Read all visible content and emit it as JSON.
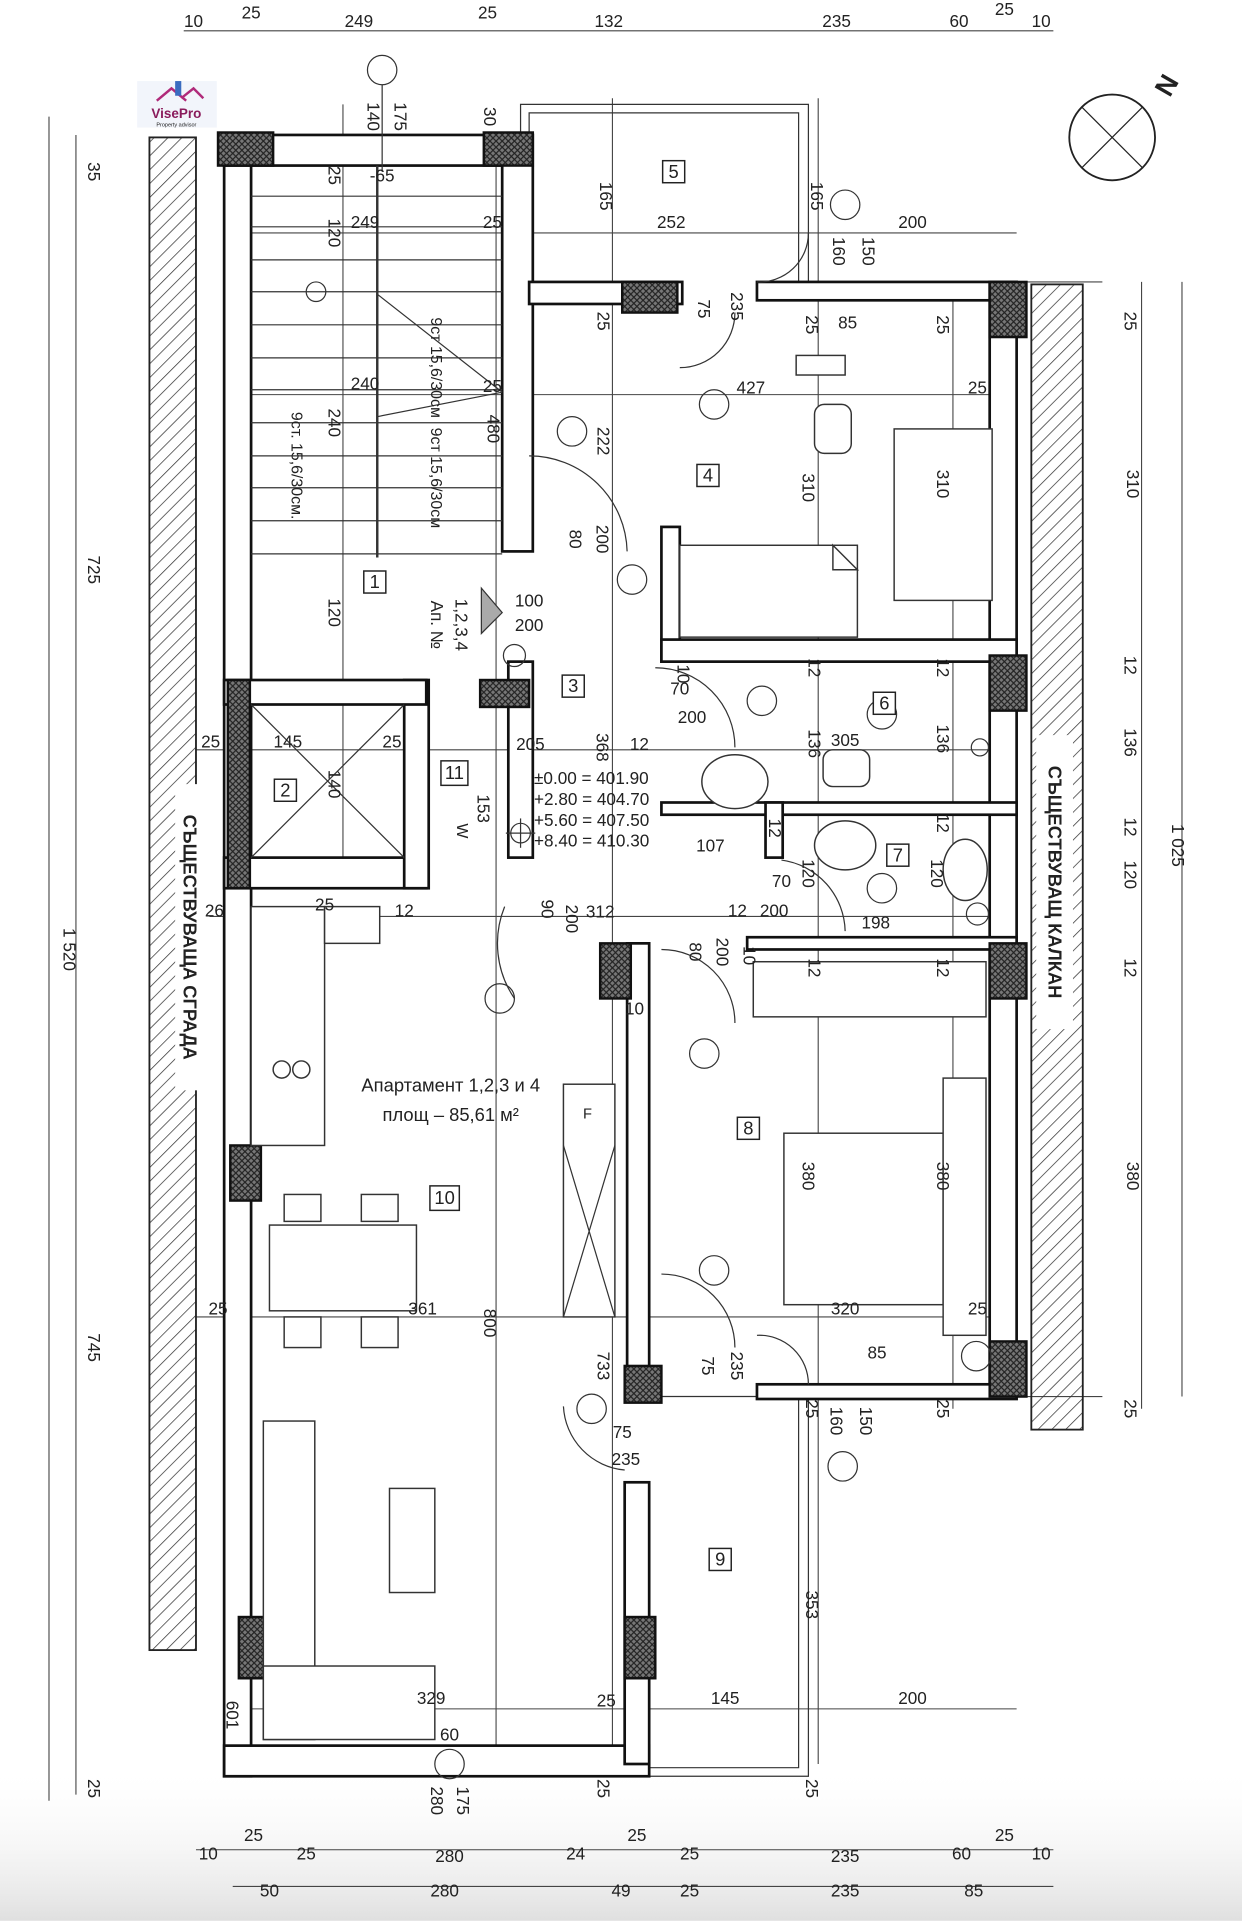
{
  "logo": {
    "name": "VisePro",
    "tagline": "Property advisor",
    "colors": {
      "primary": "#8a1c5c",
      "secondary": "#2a5caa"
    }
  },
  "compass": {
    "label": "N"
  },
  "title": {
    "apartment": "Апартамент 1,2,3 и 4",
    "area": "площ – 85,61 м²"
  },
  "apartment_tag": {
    "line1": "Ап. №",
    "line2": "1,2,3,4"
  },
  "neighbors": {
    "left": "СЪЩЕСТВУВАЩА СГРАДА",
    "right": "СЪЩЕСТВУВАЩ КАЛКАН"
  },
  "levels": [
    "±0.00 = 401.90",
    "+2.80 = 404.70",
    "+5.60 = 407.50",
    "+8.40 = 410.30"
  ],
  "rooms": [
    "1",
    "2",
    "3",
    "4",
    "5",
    "6",
    "7",
    "8",
    "9",
    "10",
    "11"
  ],
  "stairs": [
    "9ст. 15,6/30см.",
    "9ст 15,6/30см",
    "9ст 15,6/30см"
  ],
  "symbols": {
    "fridge": "F",
    "washer": "W"
  },
  "dims": [
    "10",
    "25",
    "249",
    "25",
    "132",
    "235",
    "60",
    "25",
    "10",
    "140",
    "175",
    "-65",
    "30",
    "25",
    "249",
    "25",
    "120",
    "252",
    "165",
    "165",
    "200",
    "160",
    "150",
    "75",
    "235",
    "25",
    "85",
    "25",
    "25",
    "240",
    "25",
    "427",
    "25",
    "240",
    "480",
    "222",
    "310",
    "310",
    "80",
    "200",
    "120",
    "100",
    "200",
    "70",
    "200",
    "10",
    "12",
    "12",
    "25",
    "145",
    "25",
    "140",
    "205",
    "368",
    "12",
    "136",
    "305",
    "136",
    "153",
    "107",
    "12",
    "12",
    "120",
    "120",
    "70",
    "200",
    "198",
    "12",
    "26",
    "25",
    "12",
    "90",
    "200",
    "312",
    "80",
    "200",
    "10",
    "12",
    "12",
    "10",
    "380",
    "380",
    "25",
    "361",
    "800",
    "320",
    "25",
    "733",
    "75",
    "235",
    "85",
    "25",
    "25",
    "160",
    "150",
    "75",
    "235",
    "353",
    "601",
    "329",
    "60",
    "25",
    "145",
    "200",
    "280",
    "175",
    "25",
    "25",
    "25",
    "310",
    "12",
    "136",
    "12",
    "120",
    "12",
    "380",
    "25",
    "1 025",
    "35",
    "725",
    "1 520",
    "745",
    "25",
    "10",
    "25",
    "25",
    "280",
    "24",
    "25",
    "25",
    "235",
    "60",
    "25",
    "10",
    "50",
    "280",
    "49",
    "25",
    "235",
    "85"
  ]
}
